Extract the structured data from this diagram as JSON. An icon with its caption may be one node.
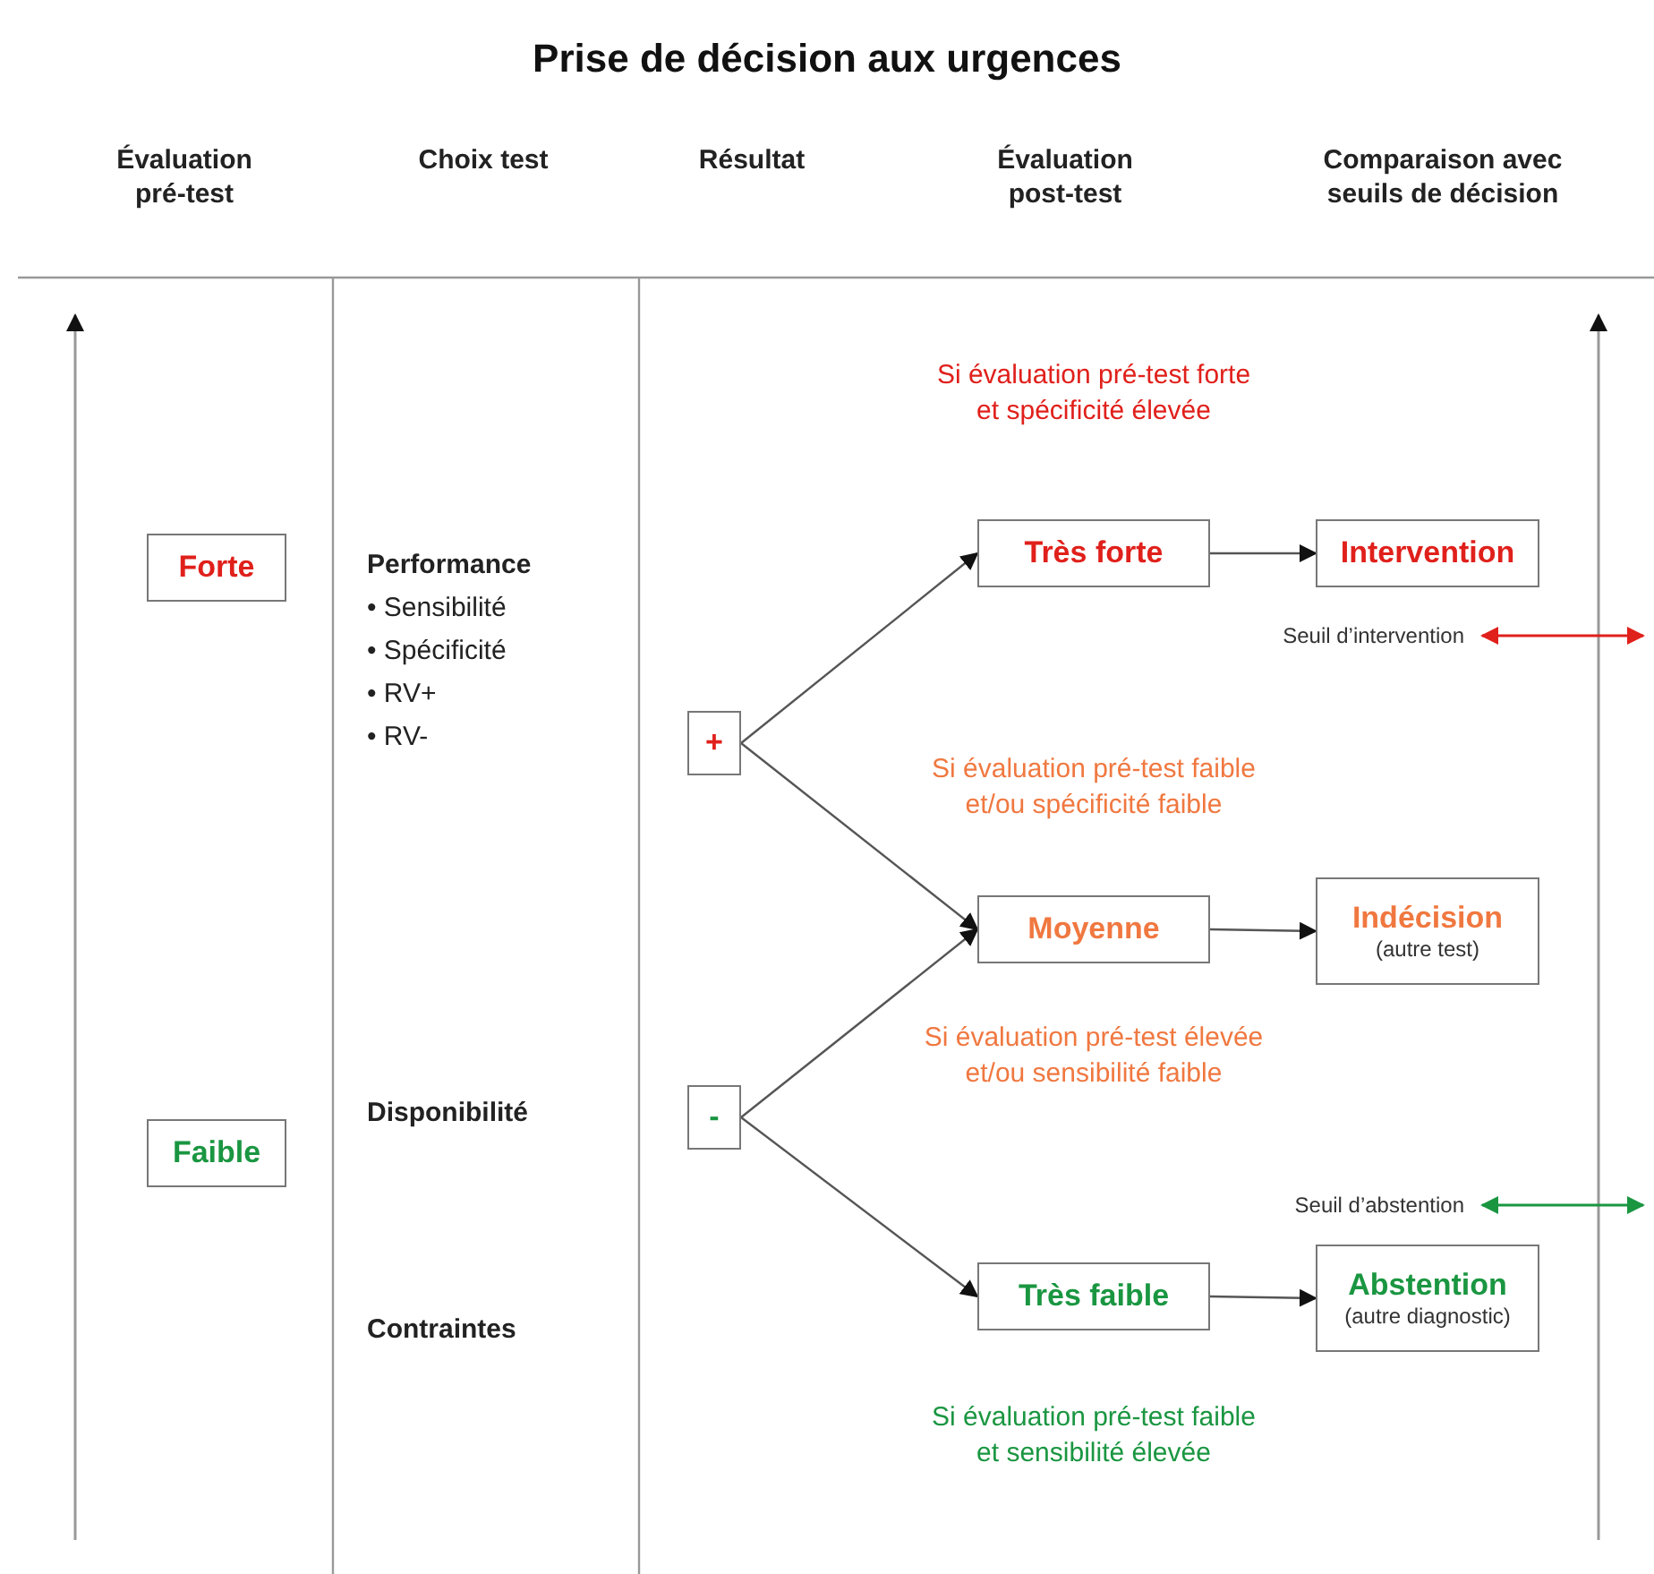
{
  "diagram": {
    "title": "Prise de décision aux urgences",
    "nodes": [
      {
        "text": [
          "Forte"
        ]
      },
      {
        "text": [
          "Faible"
        ]
      },
      {
        "text": [
          "+"
        ]
      },
      {
        "text": [
          "-"
        ]
      },
      {
        "text": [
          "Très forte"
        ]
      },
      {
        "text": [
          "Moyenne"
        ]
      },
      {
        "text": [
          "Très faible"
        ]
      },
      {
        "text": [
          "Intervention"
        ]
      },
      {
        "text": [
          "Indécision",
          "(autre test)"
        ]
      },
      {
        "text": [
          "Abstention",
          "(autre diagnostic)"
        ]
      }
    ],
    "edges": [
      {
        "from": 2,
        "to": 4,
        "arrow": "to",
        "label": "Si évaluation pré-test forte et spécificité élevée"
      },
      {
        "from": 2,
        "to": 5,
        "arrow": "to",
        "label": "Si évaluation pré-test faible et/ou spécificité faible"
      },
      {
        "from": 3,
        "to": 5,
        "arrow": "to",
        "label": "Si évaluation pré-test élevée et/ou sensibilité faible"
      },
      {
        "from": 3,
        "to": 6,
        "arrow": "to",
        "label": "Si évaluation pré-test faible et sensibilité élevée"
      },
      {
        "from": 4,
        "to": 7,
        "arrow": "to"
      },
      {
        "from": 5,
        "to": 8,
        "arrow": "to"
      },
      {
        "from": 6,
        "to": 9,
        "arrow": "to"
      }
    ],
    "labels": [
      "Évaluation pré-test",
      "Choix test",
      "Résultat",
      "Évaluation post-test",
      "Comparaison avec seuils de décision",
      "Performance",
      "• Sensibilité",
      "• Spécificité",
      "• RV+",
      "• RV-",
      "Disponibilité",
      "Contraintes",
      "Seuil d’intervention",
      "Seuil d’abstention"
    ]
  }
}
